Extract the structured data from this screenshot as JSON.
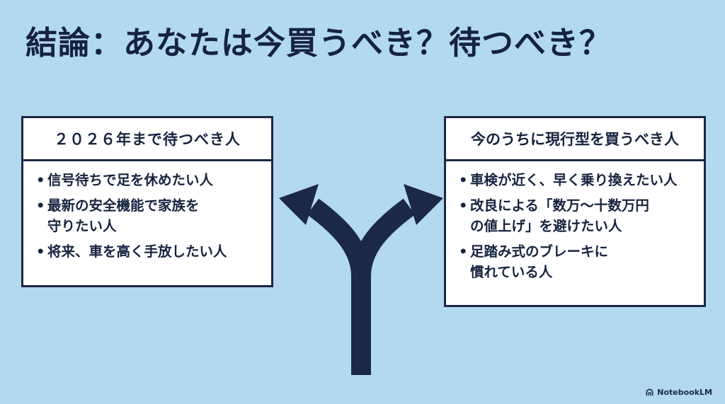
{
  "title": "結論：あなたは今買うべき？待つべき？",
  "left_card": {
    "heading": "２０２６年まで待つべき人",
    "items": [
      "信号待ちで足を休めたい人",
      "最新の安全機能で家族を\n守りたい人",
      "将来、車を高く手放したい人"
    ]
  },
  "right_card": {
    "heading": "今のうちに現行型を買うべき人",
    "items": [
      "車検が近く、早く乗り換えたい人",
      "改良による「数万〜十数万円\nの値上げ」を避けたい人",
      "足踏み式のブレーキに\n慣れている人"
    ]
  },
  "bullet": "•",
  "brand": "NotebookLM",
  "icons": {
    "arrow": "fork-arrow-icon",
    "brand": "notebooklm-logo-icon"
  },
  "colors": {
    "background": "#b2d9ee",
    "ink": "#1b2847",
    "card": "#ffffff"
  }
}
